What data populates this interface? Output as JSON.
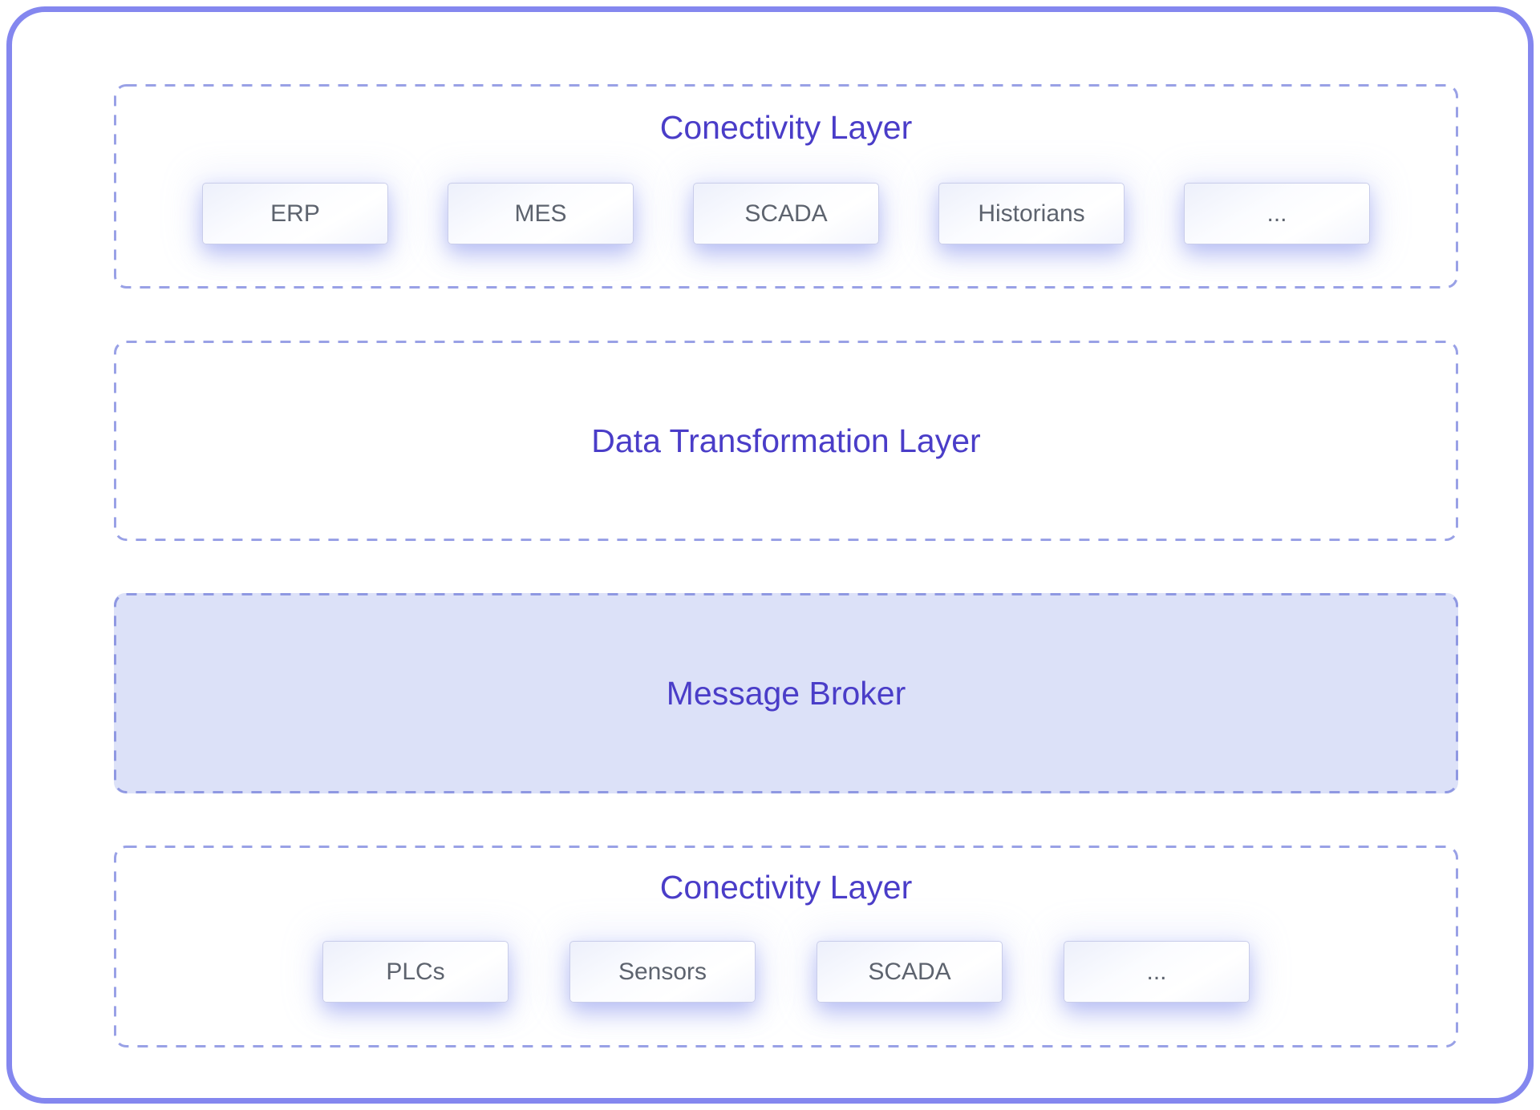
{
  "diagram": {
    "layers": [
      {
        "id": "connectivity-layer-top",
        "title": "Conectivity Layer",
        "items": [
          "ERP",
          "MES",
          "SCADA",
          "Historians",
          "..."
        ]
      },
      {
        "id": "data-transformation-layer",
        "title": "Data Transformation Layer",
        "items": []
      },
      {
        "id": "message-broker",
        "title": "Message Broker",
        "items": [],
        "highlighted": true
      },
      {
        "id": "connectivity-layer-bottom",
        "title": "Conectivity Layer",
        "items": [
          "PLCs",
          "Sensors",
          "SCADA",
          "..."
        ]
      }
    ]
  },
  "colors": {
    "frame-border": "#8487ef",
    "dash-border": "#99a1e6",
    "title-text": "#4a3dc8",
    "broker-fill": "#dce1f8",
    "node-border": "#c9cdea",
    "node-text": "#5d636e",
    "canvas-bg": "#ffffff"
  }
}
